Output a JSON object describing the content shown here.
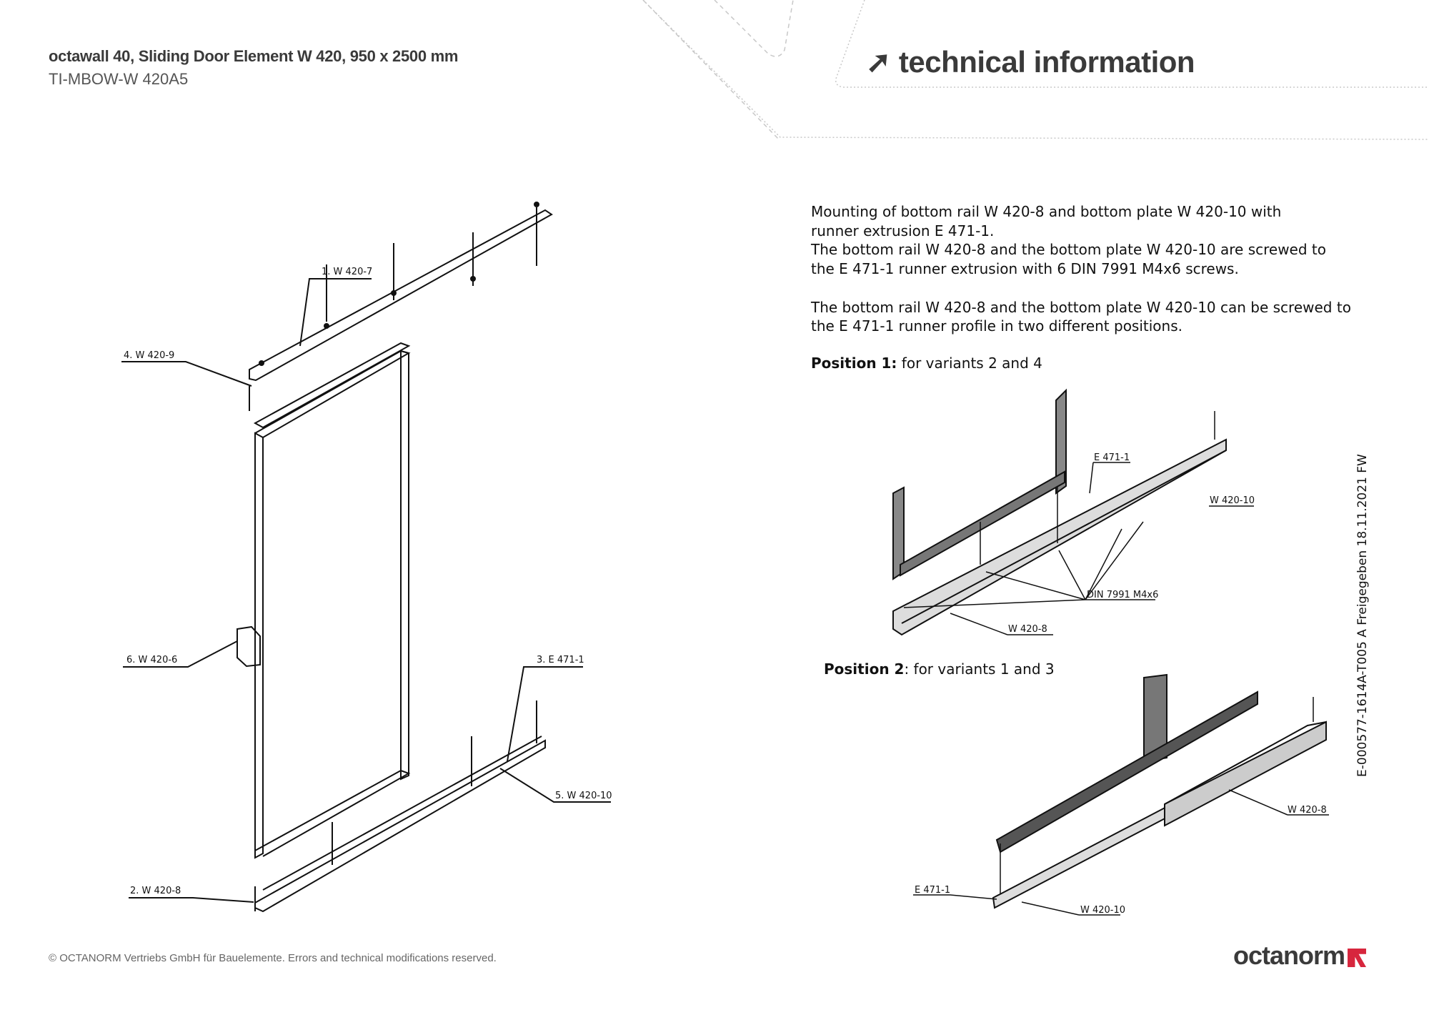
{
  "header": {
    "title": "octawall 40, Sliding Door Element W 420, 950 x 2500 mm",
    "subtitle": "TI-MBOW-W 420A5",
    "section": "technical information",
    "section_icon": "arrow-up-right-icon"
  },
  "body": {
    "lines": [
      "Mounting of bottom rail W 420-8 and bottom plate W 420-10 with",
      "runner extrusion E 471-1.",
      "The bottom rail W 420-8 and the bottom plate W 420-10 are screwed to",
      "the E 471-1 runner extrusion with 6 DIN 7991 M4x6 screws.",
      "The bottom rail W 420-8 and the bottom plate W 420-10 can be screwed to",
      "the E 471-1 runner profile in two different positions."
    ],
    "position1_label": "Position 1:",
    "position1_text": " for variants 2 and 4",
    "position2_label": "Position 2",
    "position2_text": ": for variants 1 and 3"
  },
  "drawing_main": {
    "labels": [
      "1. W 420-7",
      "4. W 420-9",
      "6. W 420-6",
      "3. E 471-1",
      "5. W 420-10",
      "2. W 420-8"
    ]
  },
  "drawing_pos1": {
    "labels": [
      "E 471-1",
      "W 420-10",
      "DIN 7991 M4x6",
      "W 420-8"
    ]
  },
  "drawing_pos2": {
    "labels": [
      "W 420-8",
      "E 471-1",
      "W 420-10"
    ]
  },
  "side_note": "E-000577-1614A-T005 A Freigegeben 18.11.2021 FW",
  "footer": {
    "copyright": "© OCTANORM Vertriebs GmbH für Bauelemente. Errors and technical modifications reserved.",
    "logo_text": "octanorm",
    "logo_color": "#d7263d"
  }
}
